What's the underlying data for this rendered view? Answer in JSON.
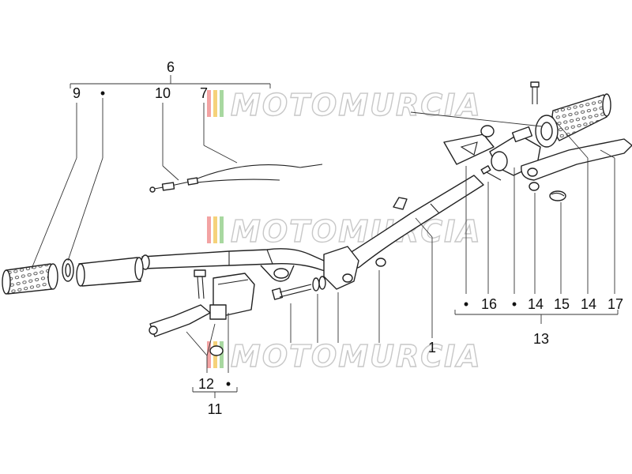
{
  "watermark": {
    "text": "MOTOMURCIA",
    "stripe_colors": [
      "#f3a3a3",
      "#f5d27a",
      "#a8d8a0"
    ]
  },
  "labels": {
    "l6": "6",
    "l9": "9",
    "l10": "10",
    "l7": "7",
    "l16": "16",
    "l14a": "14",
    "l15": "15",
    "l14b": "14",
    "l17": "17",
    "l13": "13",
    "l1": "1",
    "l12": "12",
    "l11": "11"
  },
  "marker_symbol": "•"
}
